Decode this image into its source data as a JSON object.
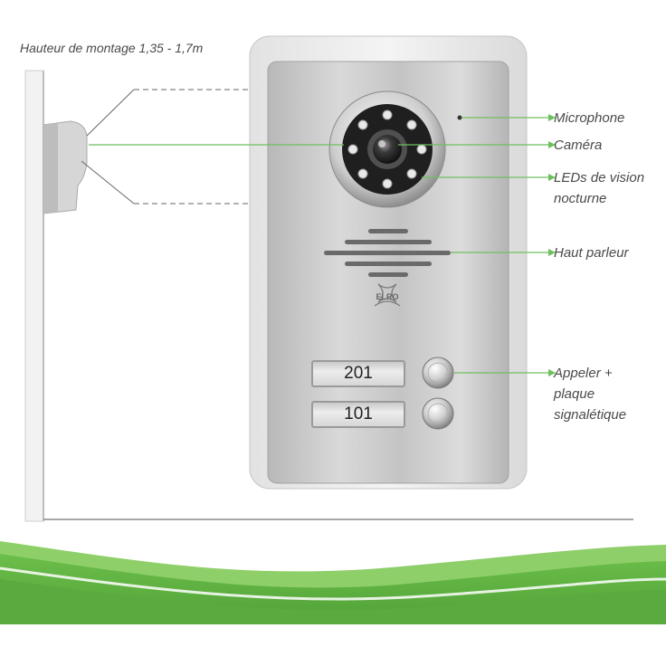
{
  "mounting_height": "Hauteur de montage 1,35 - 1,7m",
  "labels": {
    "microphone": "Microphone",
    "camera": "Caméra",
    "leds_line1": "LEDs de vision",
    "leds_line2": "nocturne",
    "speaker": "Haut parleur",
    "call_line1": "Appeler +",
    "call_line2": "plaque",
    "call_line3": "signalétique"
  },
  "nameplates": [
    "201",
    "101"
  ],
  "brand": "ELRO",
  "colors": {
    "leader_line": "#6fbf5e",
    "green_wave": "#5aaa40",
    "panel": "#c8c8c8"
  }
}
